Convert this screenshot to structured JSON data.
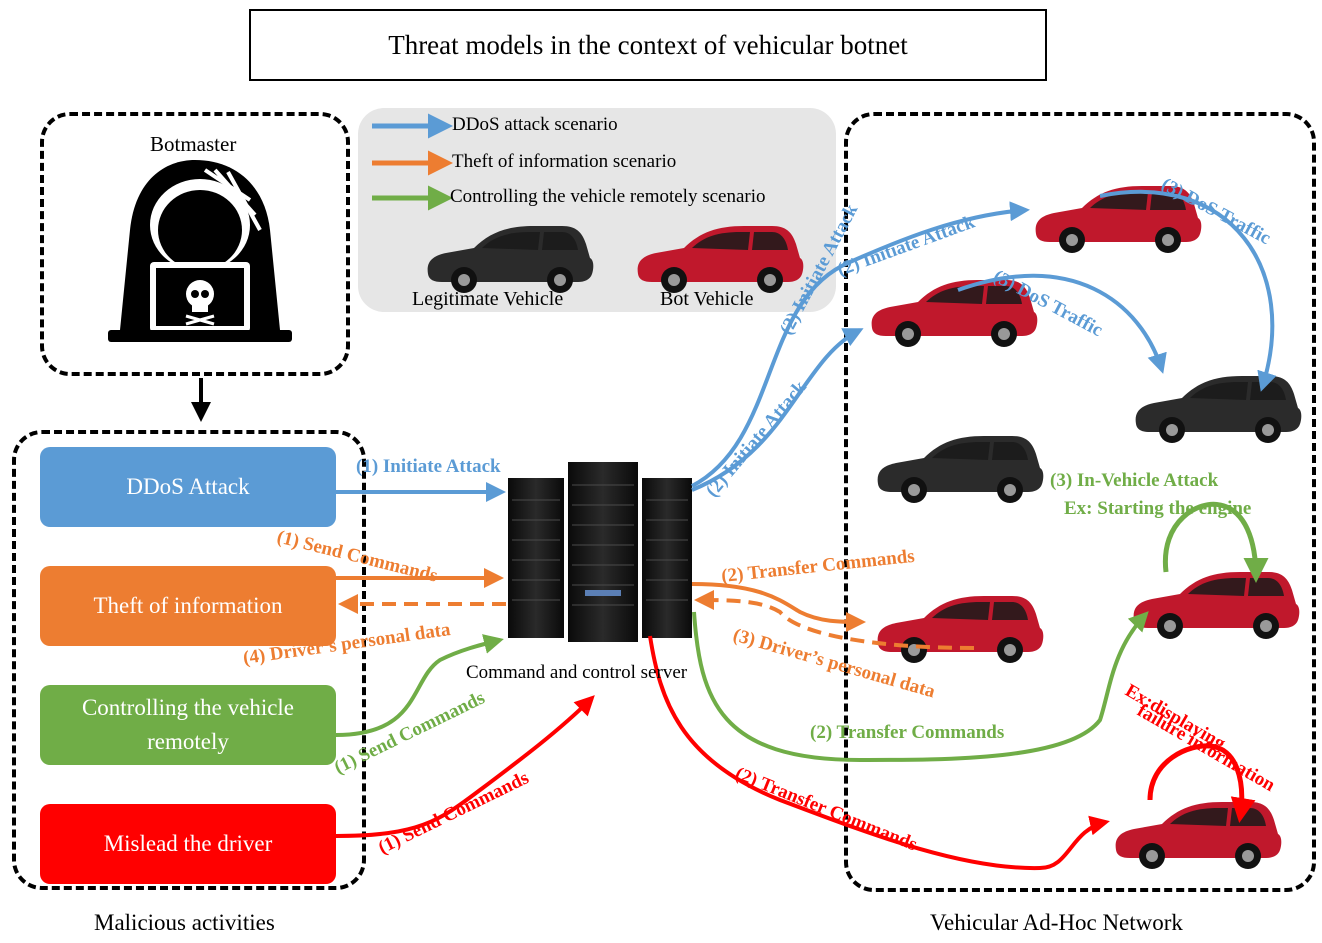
{
  "title": "Threat models in the context of vehicular botnet",
  "botmaster": {
    "label": "Botmaster"
  },
  "legend": {
    "items": [
      {
        "label": "DDoS attack scenario",
        "color": "#5b9bd5"
      },
      {
        "label": "Theft of information scenario",
        "color": "#ed7d31"
      },
      {
        "label": "Controlling the vehicle remotely scenario",
        "color": "#70ad47"
      }
    ],
    "vehicles": [
      {
        "label": "Legitimate Vehicle",
        "color": "#2b2b2b"
      },
      {
        "label": "Bot Vehicle",
        "color": "#c0182c"
      }
    ]
  },
  "malicious": {
    "caption": "Malicious activities",
    "activities": [
      {
        "label": "DDoS Attack",
        "color": "#5b9bd5"
      },
      {
        "label": "Theft of information",
        "color": "#ed7d31"
      },
      {
        "label": "Controlling the vehicle remotely",
        "color": "#70ad47"
      },
      {
        "label": "Mislead the driver",
        "color": "#ff0000"
      }
    ]
  },
  "server": {
    "label": "Command and control server"
  },
  "vanet": {
    "caption": "Vehicular Ad-Hoc Network"
  },
  "arrow_labels": {
    "ddos_initiate_1": "(1) Initiate Attack",
    "ddos_initiate_2a": "(2) Initiate Attack",
    "ddos_initiate_2b": "(2) Initiate Attack",
    "ddos_initiate_2c": "(2) Initiate Attack",
    "dos_traffic_a": "(3) DoS Traffic",
    "dos_traffic_b": "(3) DoS Traffic",
    "theft_send": "(1) Send Commands",
    "theft_transfer": "(2) Transfer Commands",
    "theft_data_3": "(3) Driver’s personal data",
    "theft_data_4": "(4) Driver’s personal data",
    "ctrl_send": "(1) Send Commands",
    "ctrl_transfer": "(2) Transfer Commands",
    "in_vehicle_1": "(3) In-Vehicle Attack",
    "in_vehicle_2": "Ex: Starting the engine",
    "mislead_send": "(1) Send Commands",
    "mislead_transfer": "(2) Transfer Commands",
    "mislead_ex_1": "Ex:displaying",
    "mislead_ex_2": "failure information"
  }
}
